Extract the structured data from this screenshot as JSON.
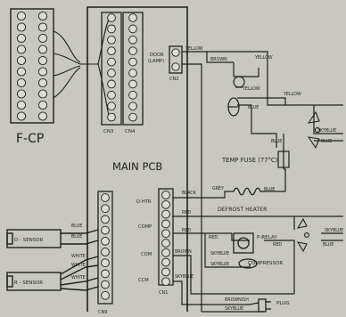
{
  "labels": {
    "fcp": "F-CP",
    "main_pcb": "MAIN PCB",
    "cn3": "CN3",
    "cn4": "CN4",
    "cn2": "CN2",
    "cn1": "CN1",
    "cn9": "CN9",
    "door_lamp": "DOOR\n(LAMP)",
    "d_htr": "D-HTR",
    "comp": "COMP",
    "com": "COM",
    "ccm": "CCM",
    "temp_fuse": "TEMP FUSE (77°C)",
    "defrost_heater": "DEFROST HEATER",
    "p_relay": "P-RELAY",
    "compressor": "COMPRESSOR",
    "plug": "PLUG",
    "d_sensor": "D - SENSOR",
    "r_sensor": "R - SENSOR"
  },
  "wires": {
    "yellow": "YELLOW",
    "brown": "BROWN",
    "blue": "BLUE",
    "black": "BLACK",
    "grey": "GREY",
    "red": "RED",
    "white": "WHITE",
    "skyblue": "SKYBLUE",
    "brownish": "BROWNISH"
  },
  "colors": {
    "paper": "#c9c8c0",
    "ink": "#1e1e1e",
    "pin_fill": "#dcdcd4"
  }
}
